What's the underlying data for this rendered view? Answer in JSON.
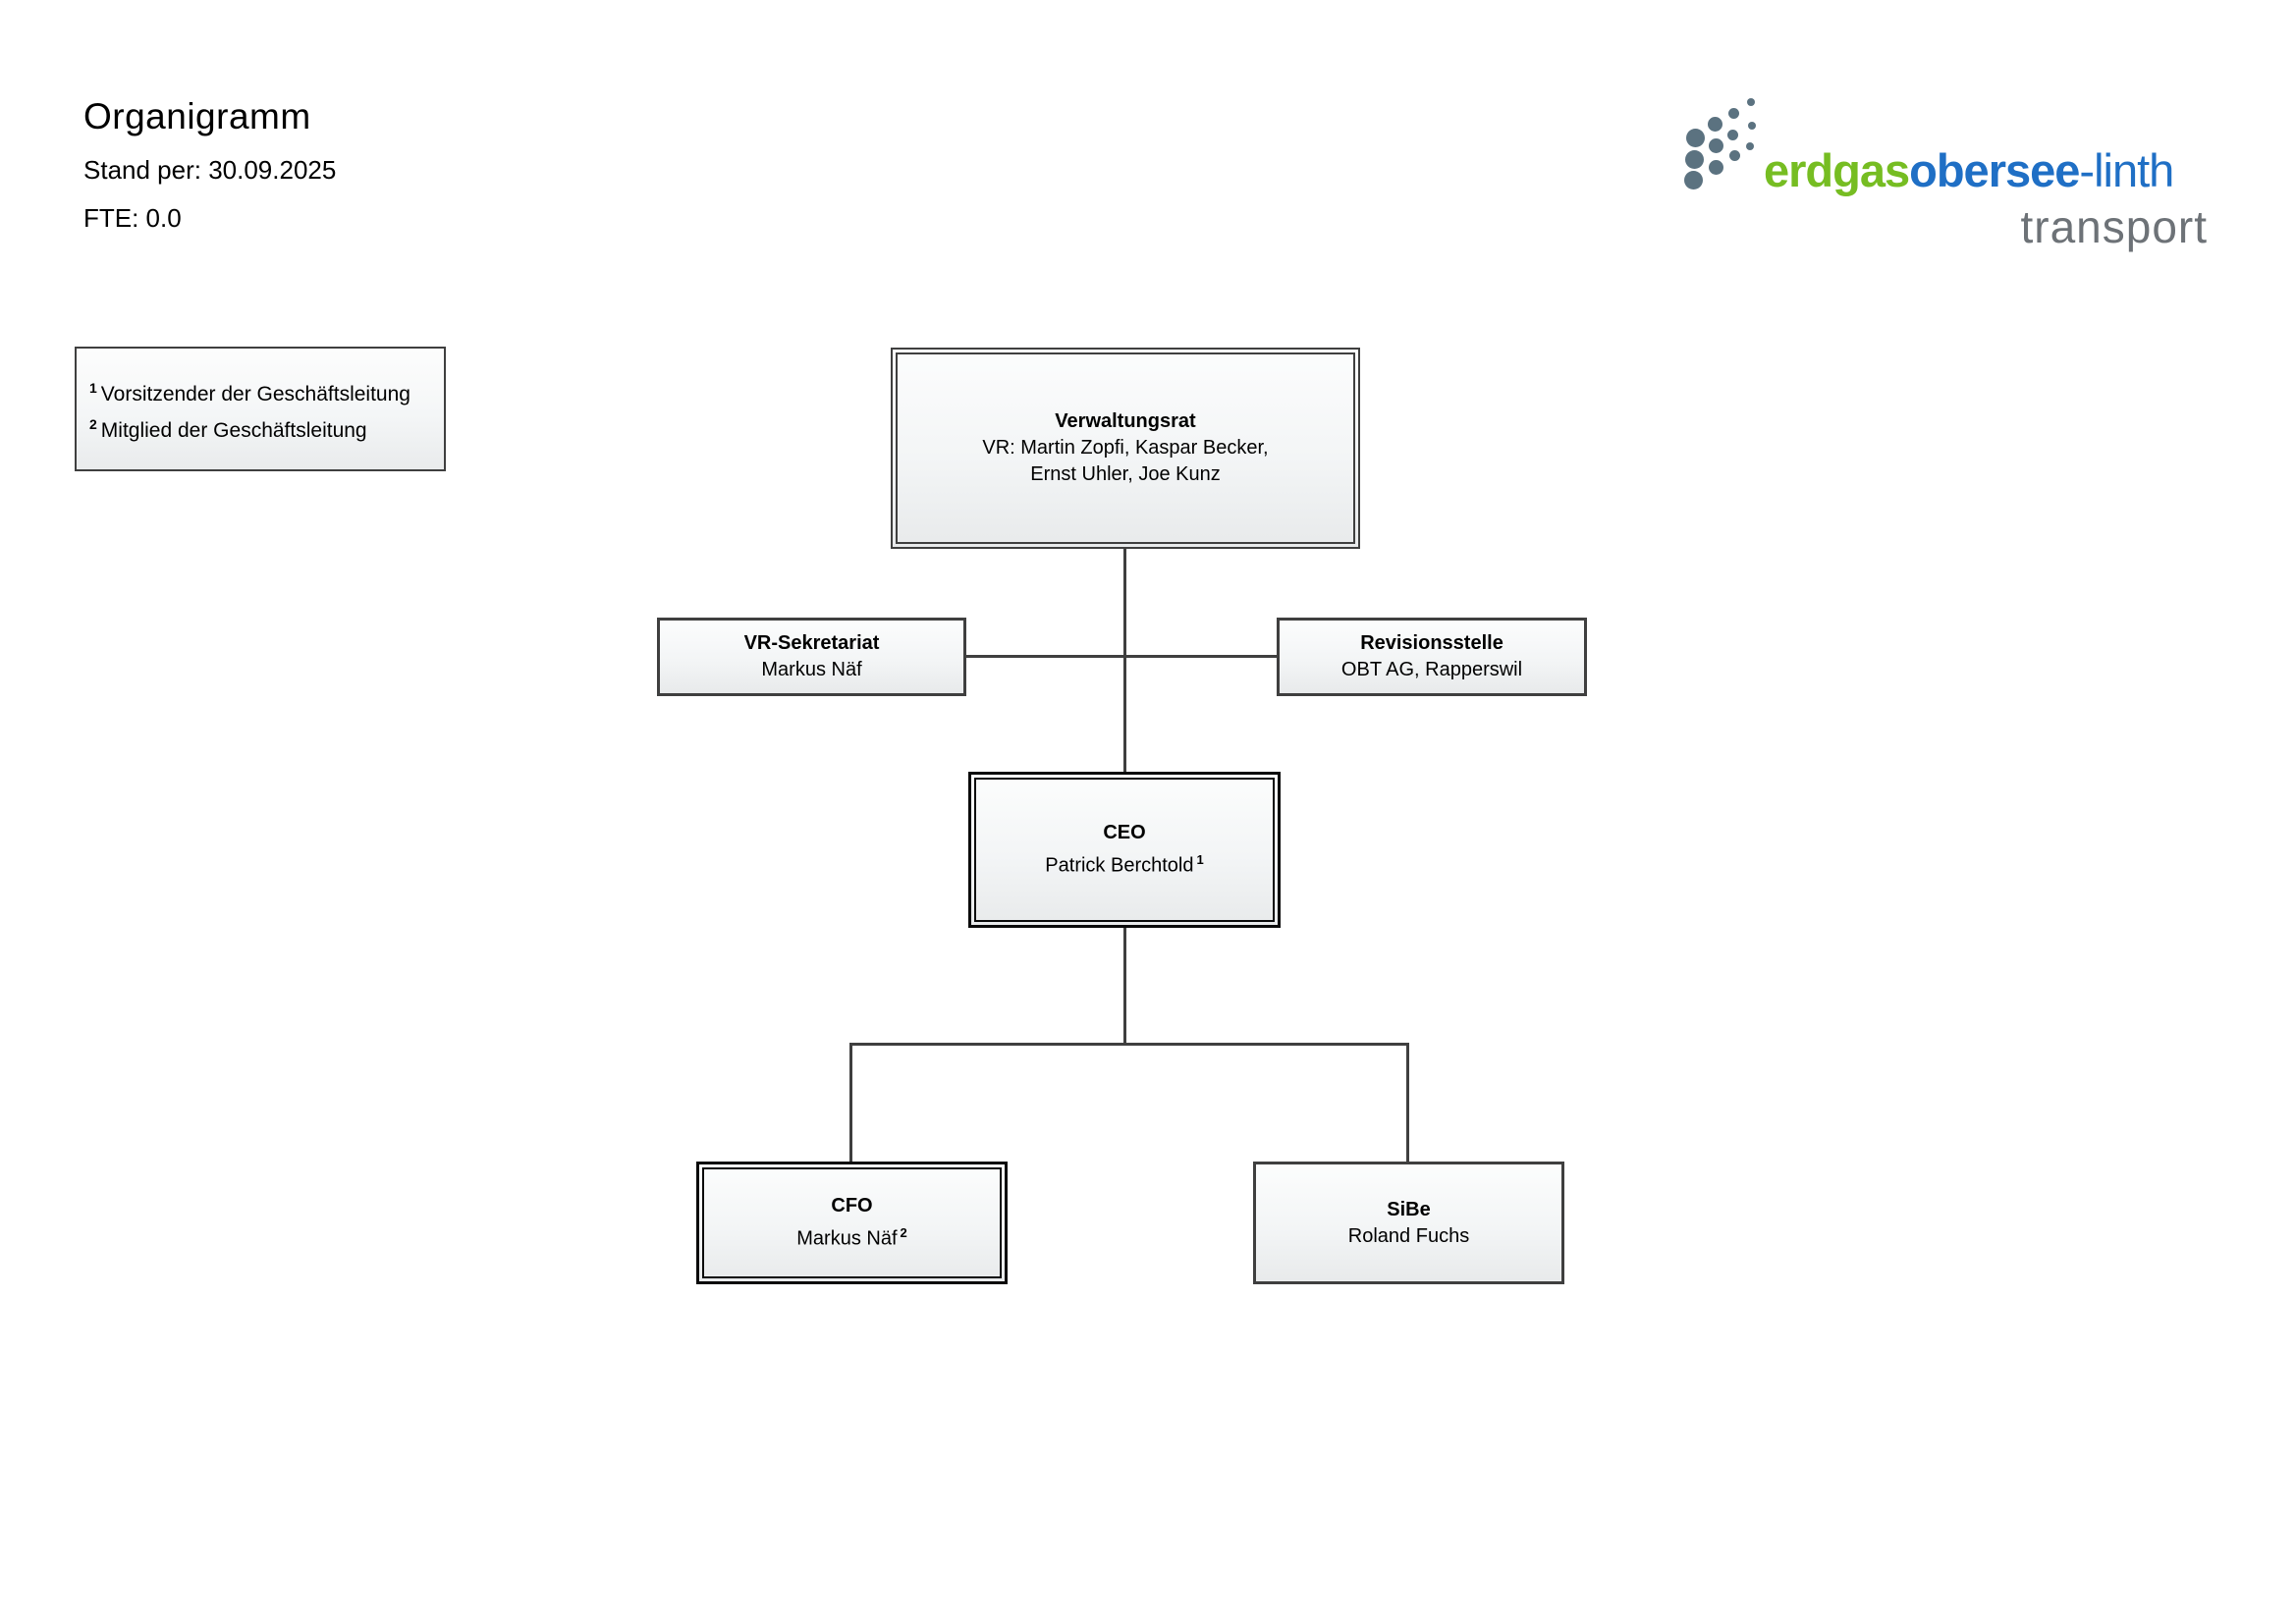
{
  "header": {
    "title": "Organigramm",
    "date_label": "Stand per: 30.09.2025",
    "fte_label": "FTE: 0.0"
  },
  "logo": {
    "word_green": "erdgas",
    "word_blue_bold": "obersee",
    "word_blue_light": "-linth",
    "word_gray": "transport",
    "colors": {
      "green": "#76bd22",
      "blue": "#1f6fc5",
      "gray": "#6d7277",
      "dots": "#5b7280"
    }
  },
  "legend": {
    "items": [
      {
        "sup": "1",
        "text": "Vorsitzender der Geschäftsleitung"
      },
      {
        "sup": "2",
        "text": "Mitglied der Geschäftsleitung"
      }
    ]
  },
  "chart": {
    "nodes": {
      "verwaltungsrat": {
        "title": "Verwaltungsrat",
        "line1": "VR: Martin Zopfi, Kaspar Becker,",
        "line2": "Ernst Uhler, Joe Kunz"
      },
      "vr_sekretariat": {
        "title": "VR-Sekretariat",
        "line1": "Markus Näf"
      },
      "revisionsstelle": {
        "title": "Revisionsstelle",
        "line1": "OBT AG, Rapperswil"
      },
      "ceo": {
        "title": "CEO",
        "line1": "Patrick Berchtold",
        "sup": "1"
      },
      "cfo": {
        "title": "CFO",
        "line1": "Markus Näf",
        "sup": "2"
      },
      "sibe": {
        "title": "SiBe",
        "line1": "Roland Fuchs"
      }
    }
  }
}
